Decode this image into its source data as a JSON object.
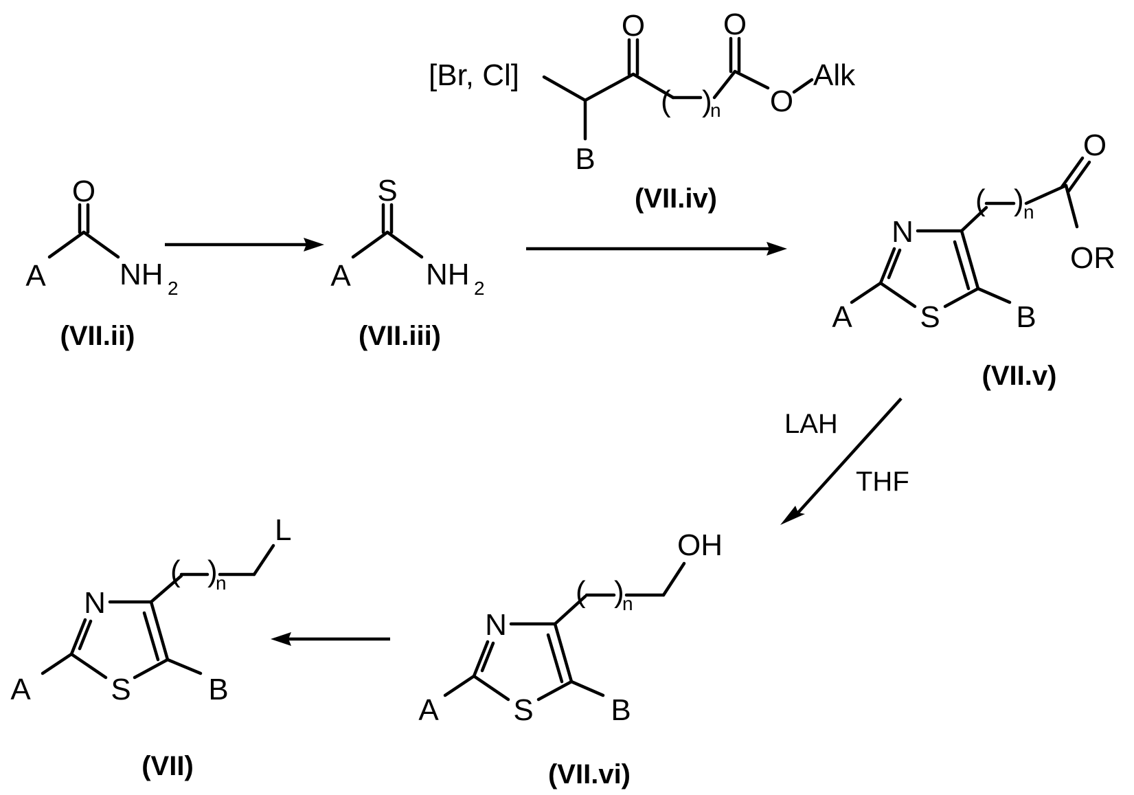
{
  "atoms": {
    "A": "A",
    "B": "B",
    "N": "N",
    "S": "S",
    "O": "O",
    "NH": "NH",
    "sub_2": "2",
    "sub_n": "n",
    "OR": "OR",
    "OH": "OH",
    "L": "L",
    "Alk": "Alk",
    "halogen": "[Br, Cl]",
    "paren_open": "(",
    "paren_close": ")"
  },
  "compounds": {
    "vii_ii": "(VII.ii)",
    "vii_iii": "(VII.iii)",
    "vii_iv": "(VII.iv)",
    "vii_v": "(VII.v)",
    "vii_vi": "(VII.vi)",
    "vii": "(VII)"
  },
  "reagents": {
    "reduction_top": "LAH",
    "reduction_bottom": "THF"
  }
}
